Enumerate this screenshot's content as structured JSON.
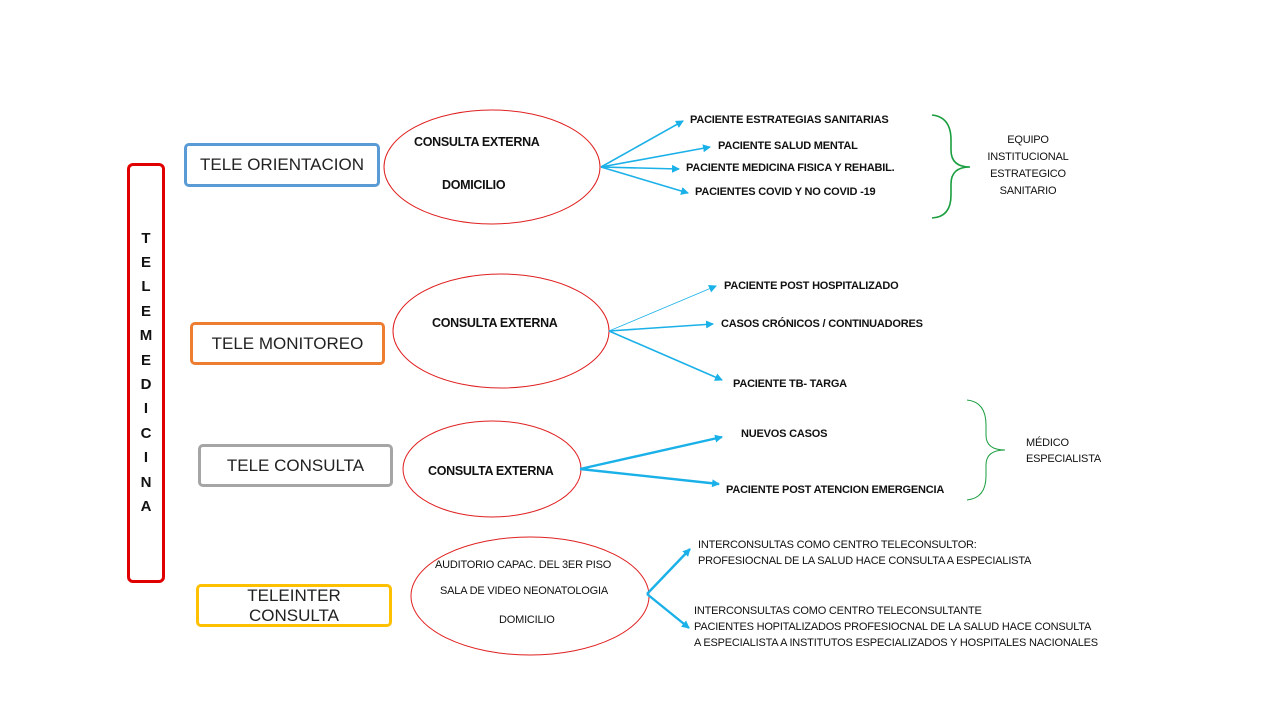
{
  "root": {
    "title": "TELEMEDICINA"
  },
  "categories": [
    {
      "label": "TELE ORIENTACION",
      "color": "#5b9bd5"
    },
    {
      "label": "TELE MONITOREO",
      "color": "#ed7d31"
    },
    {
      "label": "TELE CONSULTA",
      "color": "#a5a5a5"
    },
    {
      "label_line1": "TELEINTER",
      "label_line2": "CONSULTA",
      "color": "#ffc000"
    }
  ],
  "ellipses": {
    "orientacion": {
      "line1": "CONSULTA EXTERNA",
      "line2": "DOMICILIO"
    },
    "monitoreo": {
      "line1": "CONSULTA EXTERNA"
    },
    "consulta": {
      "line1": "CONSULTA EXTERNA"
    },
    "interconsulta": {
      "line1": "AUDITORIO CAPAC.  DEL  3ER PISO",
      "line2": "SALA DE VIDEO NEONATOLOGIA",
      "line3": "DOMICILIO"
    }
  },
  "targets": {
    "orientacion": [
      "PACIENTE ESTRATEGIAS SANITARIAS",
      "PACIENTE  SALUD MENTAL",
      "PACIENTE MEDICINA FISICA Y REHABIL.",
      "PACIENTES  COVID Y NO COVID -19"
    ],
    "monitoreo": [
      "PACIENTE POST HOSPITALIZADO",
      "CASOS CRÓNICOS / CONTINUADORES",
      "PACIENTE TB- TARGA"
    ],
    "consulta": [
      "NUEVOS CASOS",
      "PACIENTE POST ATENCION EMERGENCIA"
    ],
    "interconsulta": [
      {
        "line1": "INTERCONSULTAS COMO CENTRO TELECONSULTOR:",
        "line2": "PROFESIOCNAL DE LA SALUD HACE CONSULTA A ESPECIALISTA"
      },
      {
        "line1": "INTERCONSULTAS COMO CENTRO TELECONSULTANTE",
        "line2": "PACIENTES HOPITALIZADOS PROFESIOCNAL DE LA SALUD HACE CONSULTA",
        "line3": " A ESPECIALISTA  A INSTITUTOS ESPECIALIZADOS Y HOSPITALES NACIONALES"
      }
    ]
  },
  "groups": {
    "equipo": [
      "EQUIPO",
      "INSTITUCIONAL",
      "ESTRATEGICO",
      "SANITARIO"
    ],
    "medico": [
      "MÉDICO",
      "ESPECIALISTA"
    ]
  },
  "colors": {
    "arrow": "#1ab0e8",
    "ellipse": "#e02020",
    "brace": "#1a9e40",
    "root": "#e00000"
  }
}
